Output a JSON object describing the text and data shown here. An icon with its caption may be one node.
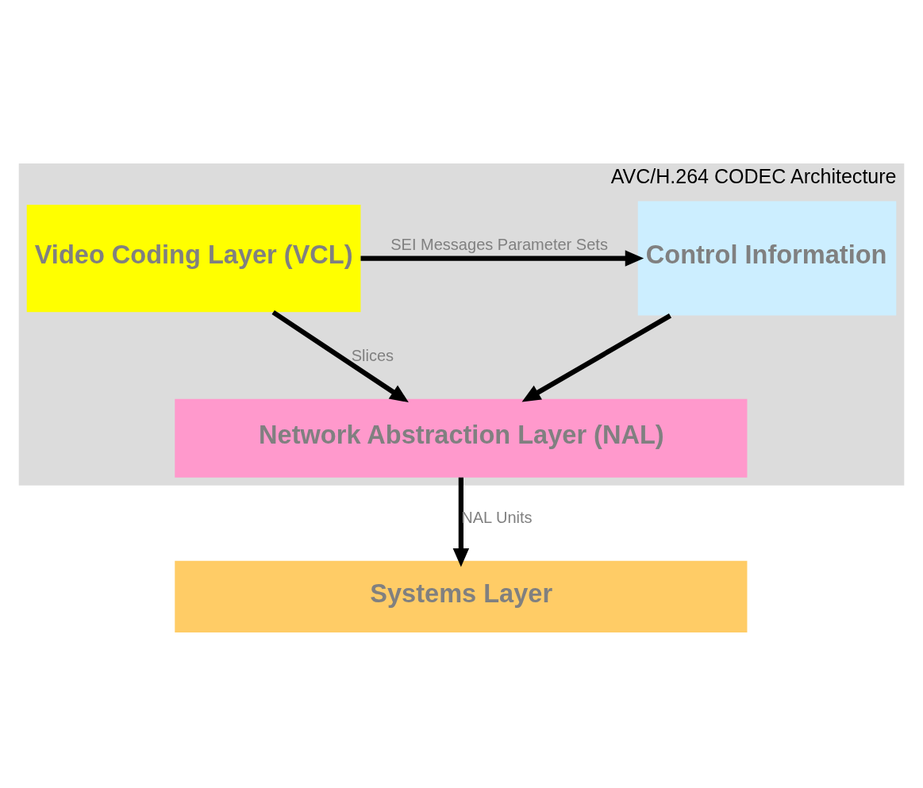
{
  "diagram": {
    "nodes": [
      {
        "text": [
          "AVC/H.264 CODEC Architecture"
        ]
      },
      {
        "text": [
          "Control Information"
        ],
        "in": 0
      },
      {
        "text": [
          "Video Coding Layer (VCL)"
        ],
        "in": 0
      },
      {
        "text": [
          "Network Abstraction Layer (NAL)"
        ],
        "in": 0
      },
      {
        "text": [
          "Systems Layer"
        ]
      }
    ],
    "edges": [
      {
        "from": 2,
        "to": 1,
        "arrow": "to",
        "label": "SEI Messages Parameter Sets"
      },
      {
        "from": 2,
        "to": 3,
        "arrow": "to",
        "label": "Slices"
      },
      {
        "from": 1,
        "to": 3,
        "arrow": "to"
      },
      {
        "from": 3,
        "to": 4,
        "arrow": "to",
        "label": "NAL Units"
      }
    ]
  }
}
